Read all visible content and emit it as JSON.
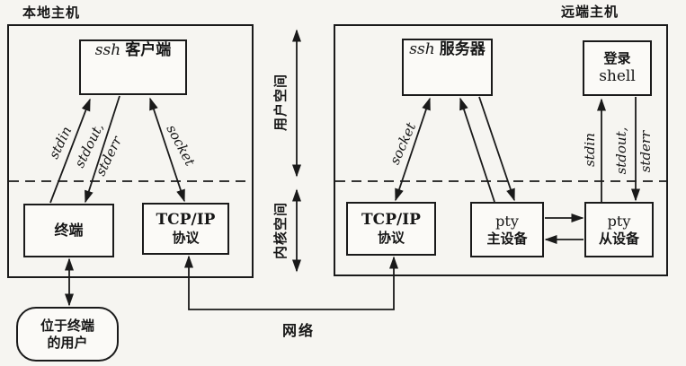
{
  "titles": {
    "local_host": "本地主机",
    "remote_host": "远端主机"
  },
  "local_host": {
    "ssh_client": {
      "en": "ssh",
      "zh": "客户端"
    },
    "terminal": "终端",
    "tcpip": {
      "line1": "TCP/IP",
      "line2": "协议"
    }
  },
  "remote_host": {
    "ssh_server": {
      "en": "ssh",
      "zh": "服务器"
    },
    "login_shell": {
      "line1": "登录",
      "line2": "shell"
    },
    "tcpip": {
      "line1": "TCP/IP",
      "line2": "协议"
    },
    "pty_master": {
      "line1": "pty",
      "line2": "主设备"
    },
    "pty_slave": {
      "line1": "pty",
      "line2": "从设备"
    }
  },
  "external": {
    "terminal_user": {
      "line1": "位于终端",
      "line2": "的用户"
    }
  },
  "arrow_labels": {
    "stdin_left": "stdin",
    "stdout_left": "stdout,",
    "stderr_left": "stderr",
    "socket_left": "socket",
    "socket_right": "socket",
    "stdin_right": "stdin",
    "stdout_right": "stdout,",
    "stderr_right": "stderr"
  },
  "region_labels": {
    "user_space": "用户空间",
    "kernel_space": "内核空间",
    "network": "网络"
  },
  "colors": {
    "line": "#1a1a1a",
    "background": "#f6f5f1",
    "box_background": "#fbfaf7"
  }
}
